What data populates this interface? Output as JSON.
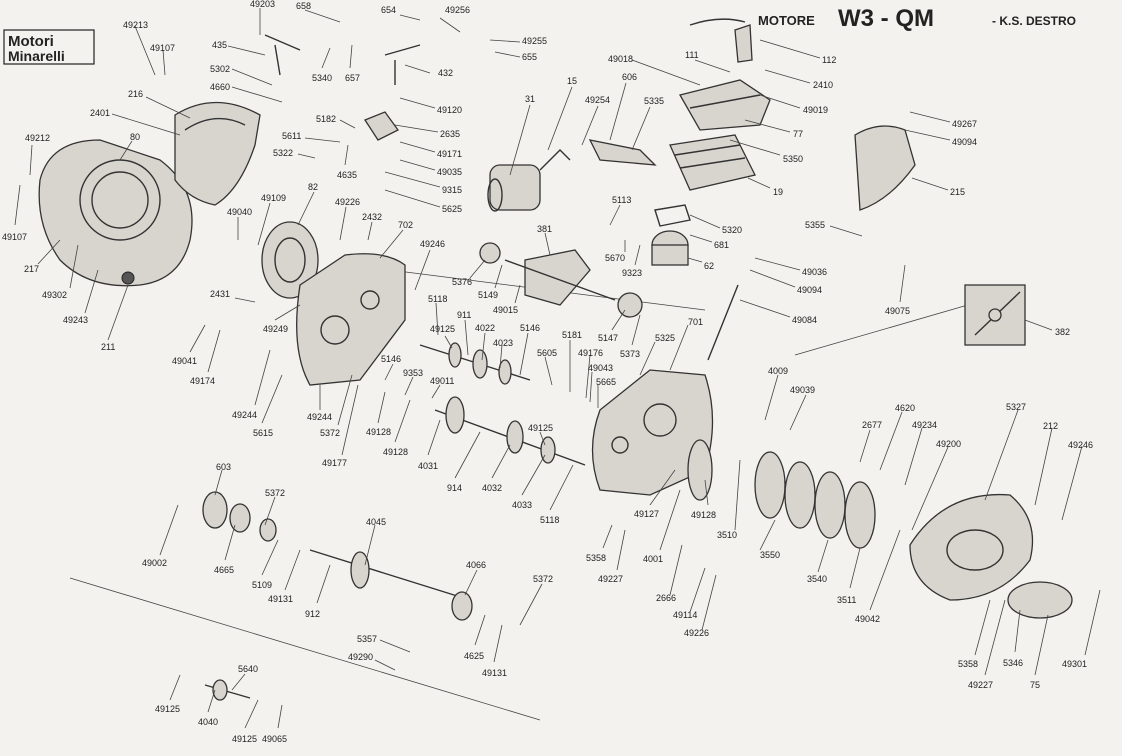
{
  "title": {
    "prefix": "MOTORE",
    "model": "W3 - QM",
    "suffix": "- K.S. DESTRO"
  },
  "logo": {
    "line1": "Motori",
    "line2": "Minarelli"
  },
  "parts": {
    "p49203": "49203",
    "p658": "658",
    "p654": "654",
    "p49256": "49256",
    "p49213": "49213",
    "p49107a": "49107",
    "p435": "435",
    "p5302": "5302",
    "p4660": "4660",
    "p5340": "5340",
    "p657": "657",
    "p432": "432",
    "p49255": "49255",
    "p655": "655",
    "p112": "112",
    "p111": "111",
    "p49018": "49018",
    "p2410": "2410",
    "p49019": "49019",
    "p77": "77",
    "p5350": "5350",
    "p19": "19",
    "p49267": "49267",
    "p49094a": "49094",
    "p215": "215",
    "p216": "216",
    "p2401": "2401",
    "p80": "80",
    "p49212": "49212",
    "p49107b": "49107",
    "p217": "217",
    "p49302": "49302",
    "p49243": "49243",
    "p211": "211",
    "p49120": "49120",
    "p5182": "5182",
    "p2635": "2635",
    "p5611": "5611",
    "p5322": "5322",
    "p4635": "4635",
    "p49171": "49171",
    "p49035": "49035",
    "p9315": "9315",
    "p5625": "5625",
    "p31": "31",
    "p15": "15",
    "p49254": "49254",
    "p606": "606",
    "p5335": "5335",
    "p5320": "5320",
    "p681": "681",
    "p62": "62",
    "p5113": "5113",
    "p5670": "5670",
    "p9323": "9323",
    "p49040": "49040",
    "p49109": "49109",
    "p82": "82",
    "p49226a": "49226",
    "p2432": "2432",
    "p702": "702",
    "p49246a": "49246",
    "p381": "381",
    "p5376": "5376",
    "p5149": "5149",
    "p49015": "49015",
    "p5147": "5147",
    "p5373": "5373",
    "p5355": "5355",
    "p49036": "49036",
    "p49094b": "49094",
    "p49084": "49084",
    "p49075": "49075",
    "p382": "382",
    "p2431": "2431",
    "p49249": "49249",
    "p5118a": "5118",
    "p49041": "49041",
    "p49174": "49174",
    "p49125a": "49125",
    "p911": "911",
    "p4022": "4022",
    "p4023": "4023",
    "p5146a": "5146",
    "p5181": "5181",
    "p49176": "49176",
    "p5605": "5605",
    "p5325": "5325",
    "p701": "701",
    "p49043": "49043",
    "p5665": "5665",
    "p4009": "4009",
    "p49039": "49039",
    "p5327": "5327",
    "p212": "212",
    "p49246b": "49246",
    "p49244": "49244",
    "p5615": "5615",
    "p5372a": "5372",
    "p49177": "49177",
    "p5146b": "5146",
    "p9353": "9353",
    "p49011": "49011",
    "p49128a": "49128",
    "p49128b": "49128",
    "p4031": "4031",
    "p914": "914",
    "p4032": "4032",
    "p49125b": "49125",
    "p4033": "4033",
    "p5118b": "5118",
    "p49127": "49127",
    "p49128c": "49128",
    "p2677": "2677",
    "p4620": "4620",
    "p49234": "49234",
    "p49200": "49200",
    "p603": "603",
    "p5372b": "5372",
    "p49002": "49002",
    "p4665": "4665",
    "p5109": "5109",
    "p49131a": "49131",
    "p4045": "4045",
    "p912": "912",
    "p5358a": "5358",
    "p49227a": "49227",
    "p4001": "4001",
    "p2666": "2666",
    "p49114": "49114",
    "p49226b": "49226",
    "p3510": "3510",
    "p3550": "3550",
    "p3540": "3540",
    "p3511": "3511",
    "p49042": "49042",
    "p4066": "4066",
    "p5372c": "5372",
    "p4625": "4625",
    "p49131b": "49131",
    "p5357": "5357",
    "p49290": "49290",
    "p5640": "5640",
    "p49125c": "49125",
    "p4040": "4040",
    "p49125d": "49125",
    "p49065": "49065",
    "p5358b": "5358",
    "p49227b": "49227",
    "p5346": "5346",
    "p75": "75",
    "p49301": "49301"
  }
}
